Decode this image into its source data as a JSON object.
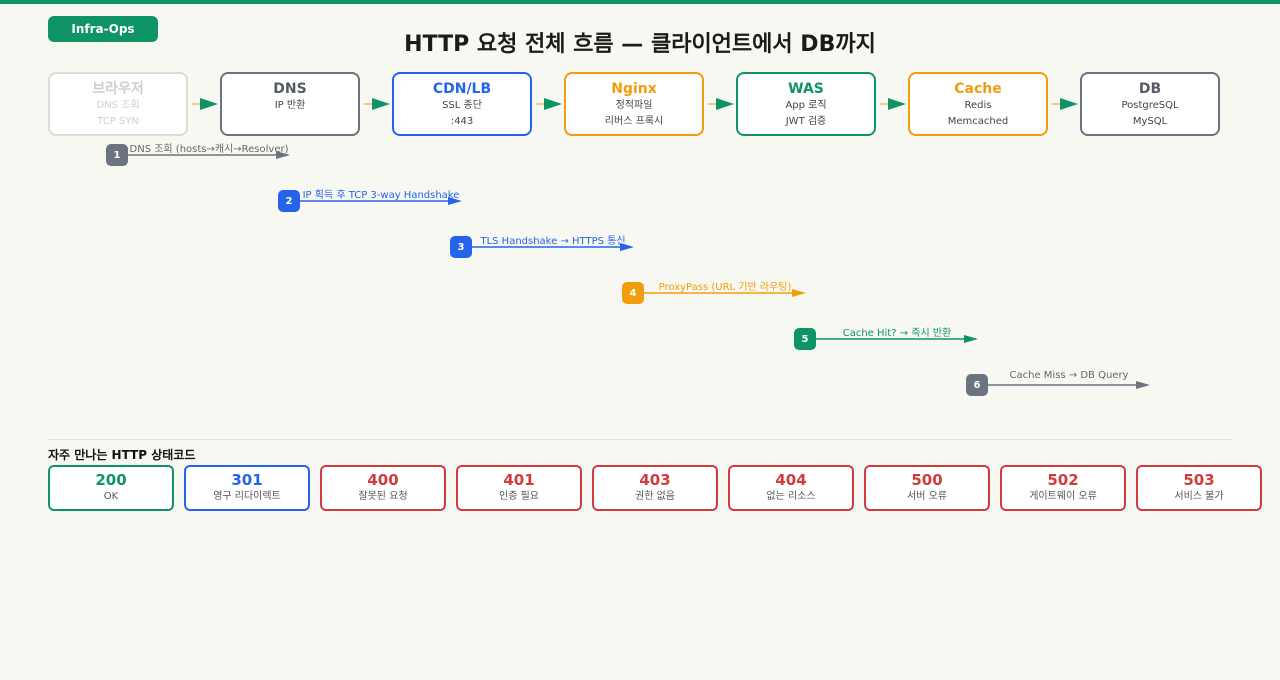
{
  "badge": "Infra-Ops",
  "title": "HTTP 요청 전체 흐름 — 클라이언트에서 DB까지",
  "colors": {
    "green": "#0e9467",
    "blue": "#2563eb",
    "orange": "#f29d0c",
    "gray": "#6b7280",
    "red": "#d23b3b",
    "faded": "#dcdcd6"
  },
  "nodes": [
    {
      "title": "브라우저",
      "lines": [
        "DNS 조회",
        "TCP SYN"
      ],
      "color": "faded"
    },
    {
      "title": "DNS",
      "lines": [
        "IP 반환",
        ""
      ],
      "color": "gray"
    },
    {
      "title": "CDN/LB",
      "lines": [
        "SSL 종단",
        ":443"
      ],
      "color": "blue"
    },
    {
      "title": "Nginx",
      "lines": [
        "정적파일",
        "리버스 프록시"
      ],
      "color": "orange"
    },
    {
      "title": "WAS",
      "lines": [
        "App 로직",
        "JWT 검증"
      ],
      "color": "green"
    },
    {
      "title": "Cache",
      "lines": [
        "Redis",
        "Memcached"
      ],
      "color": "orange"
    },
    {
      "title": "DB",
      "lines": [
        "PostgreSQL",
        "MySQL"
      ],
      "color": "gray"
    }
  ],
  "steps": [
    {
      "num": "1",
      "label": "DNS 조회 (hosts→캐시→Resolver)",
      "color": "gray"
    },
    {
      "num": "2",
      "label": "IP 획득 후 TCP 3-way Handshake",
      "color": "blue"
    },
    {
      "num": "3",
      "label": "TLS Handshake → HTTPS 통신",
      "color": "blue"
    },
    {
      "num": "4",
      "label": "ProxyPass (URL 기반 라우팅)",
      "color": "orange"
    },
    {
      "num": "5",
      "label": "Cache Hit? → 즉시 반환",
      "color": "green"
    },
    {
      "num": "6",
      "label": "Cache Miss → DB Query",
      "color": "gray"
    }
  ],
  "status_title": "자주 만나는 HTTP 상태코드",
  "status_codes": [
    {
      "code": "200",
      "desc": "OK",
      "color": "green"
    },
    {
      "code": "301",
      "desc": "영구 리다이렉트",
      "color": "blue"
    },
    {
      "code": "400",
      "desc": "잘못된 요청",
      "color": "red"
    },
    {
      "code": "401",
      "desc": "인증 필요",
      "color": "red"
    },
    {
      "code": "403",
      "desc": "권한 없음",
      "color": "red"
    },
    {
      "code": "404",
      "desc": "없는 리소스",
      "color": "red"
    },
    {
      "code": "500",
      "desc": "서버 오류",
      "color": "red"
    },
    {
      "code": "502",
      "desc": "게이트웨이 오류",
      "color": "red"
    },
    {
      "code": "503",
      "desc": "서비스 불가",
      "color": "red"
    }
  ]
}
